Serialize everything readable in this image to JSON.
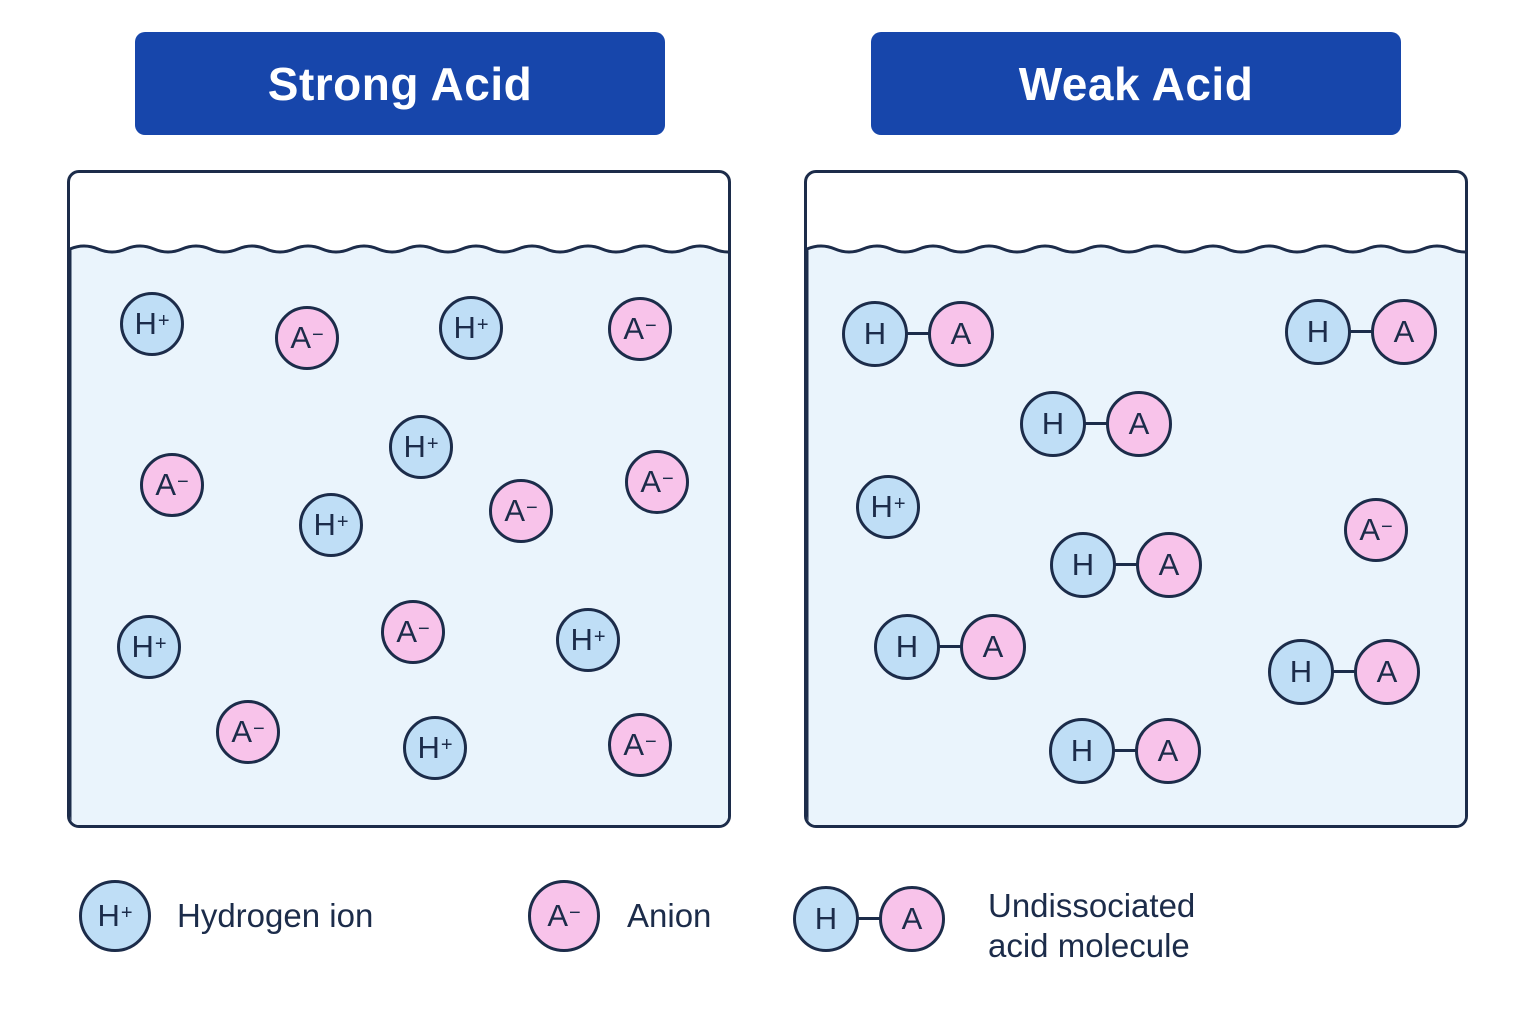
{
  "colors": {
    "banner": "#1746ab",
    "liquid": "#eaf4fc",
    "outline": "#1c2c4a",
    "hydrogen_ion": "#bfdef6",
    "anion": "#f8c3ea"
  },
  "panels": [
    {
      "title": "Strong Acid",
      "particles": [
        {
          "type": "H",
          "label": "H",
          "charge": "+"
        },
        {
          "type": "A",
          "label": "A",
          "charge": "−"
        },
        {
          "type": "H",
          "label": "H",
          "charge": "+"
        },
        {
          "type": "A",
          "label": "A",
          "charge": "−"
        },
        {
          "type": "A",
          "label": "A",
          "charge": "−"
        },
        {
          "type": "H",
          "label": "H",
          "charge": "+"
        },
        {
          "type": "H",
          "label": "H",
          "charge": "+"
        },
        {
          "type": "A",
          "label": "A",
          "charge": "−"
        },
        {
          "type": "A",
          "label": "A",
          "charge": "−"
        },
        {
          "type": "H",
          "label": "H",
          "charge": "+"
        },
        {
          "type": "A",
          "label": "A",
          "charge": "−"
        },
        {
          "type": "H",
          "label": "H",
          "charge": "+"
        },
        {
          "type": "A",
          "label": "A",
          "charge": "−"
        },
        {
          "type": "H",
          "label": "H",
          "charge": "+"
        },
        {
          "type": "A",
          "label": "A",
          "charge": "−"
        }
      ]
    },
    {
      "title": "Weak Acid",
      "particles": [
        {
          "type": "HA",
          "h": "H",
          "a": "A"
        },
        {
          "type": "HA",
          "h": "H",
          "a": "A"
        },
        {
          "type": "HA",
          "h": "H",
          "a": "A"
        },
        {
          "type": "H",
          "label": "H",
          "charge": "+"
        },
        {
          "type": "A",
          "label": "A",
          "charge": "−"
        },
        {
          "type": "HA",
          "h": "H",
          "a": "A"
        },
        {
          "type": "HA",
          "h": "H",
          "a": "A"
        },
        {
          "type": "HA",
          "h": "H",
          "a": "A"
        },
        {
          "type": "HA",
          "h": "H",
          "a": "A"
        }
      ]
    }
  ],
  "legend": {
    "hydrogen_ion": {
      "symbol": "H",
      "charge": "+",
      "label": "Hydrogen ion"
    },
    "anion": {
      "symbol": "A",
      "charge": "−",
      "label": "Anion"
    },
    "molecule": {
      "h": "H",
      "a": "A",
      "label_line1": "Undissociated",
      "label_line2": "acid molecule"
    }
  }
}
